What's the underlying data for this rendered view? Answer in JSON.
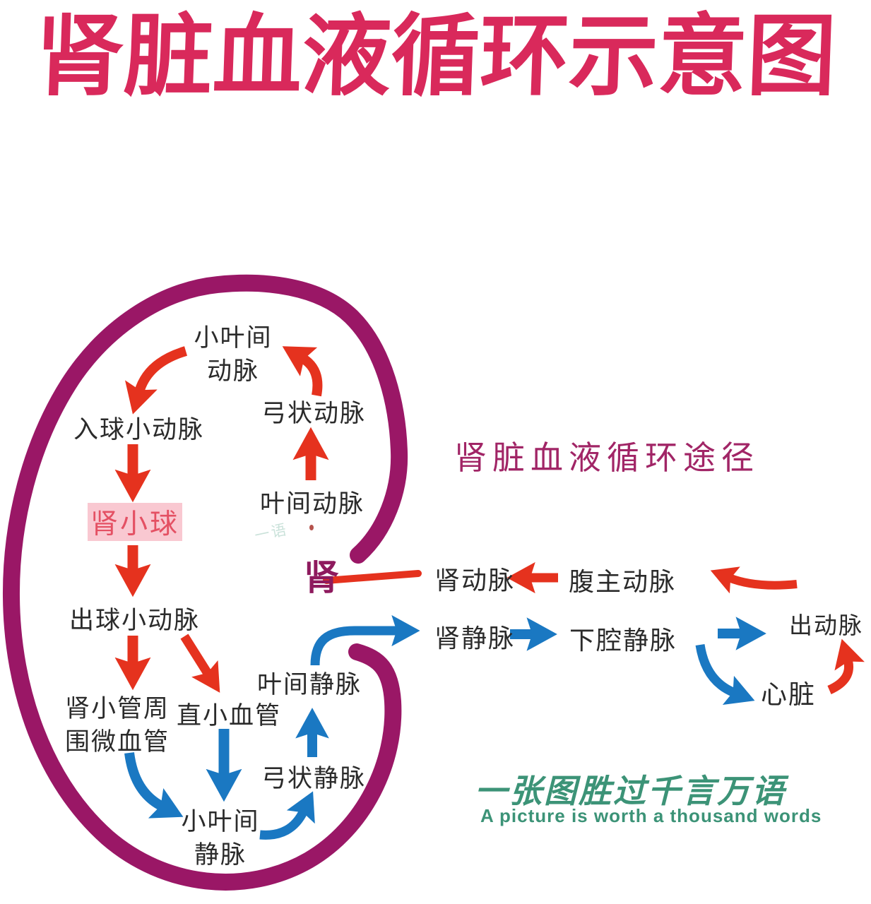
{
  "title": "肾脏血液循环示意图",
  "colors": {
    "title": "#d9295b",
    "kidney_outline": "#9a1766",
    "artery_red": "#e5321e",
    "vein_blue": "#1a78c2",
    "pathway_title_purple": "#a12566",
    "slogan_green": "#3c9377",
    "glomerulus_bg": "#f9c8d1",
    "glomerulus_text": "#e45063",
    "label_black": "#2b2b2b"
  },
  "kidney_diagram": {
    "kidney_label": "肾",
    "interlobular_artery_l1": "小叶间",
    "interlobular_artery_l2": "动脉",
    "afferent_arteriole": "入球小动脉",
    "glomerulus": "肾小球",
    "efferent_arteriole": "出球小动脉",
    "arcuate_artery": "弓状动脉",
    "interlobar_artery": "叶间动脉",
    "peritubular_capillaries_l1": "肾小管周",
    "peritubular_capillaries_l2": "围微血管",
    "vasa_recta": "直小血管",
    "interlobar_vein": "叶间静脉",
    "arcuate_vein": "弓状静脉",
    "interlobular_vein_l1": "小叶间",
    "interlobular_vein_l2": "静脉"
  },
  "pathway": {
    "title": "肾脏血液循环途径",
    "renal_artery": "肾动脉",
    "abdominal_aorta": "腹主动脉",
    "renal_vein": "肾静脉",
    "inferior_vena_cava": "下腔静脉",
    "aorta": "出动脉",
    "heart": "心脏"
  },
  "flows": [
    {
      "from": "小叶间动脉",
      "to": "入球小动脉",
      "color": "red"
    },
    {
      "from": "入球小动脉",
      "to": "肾小球",
      "color": "red"
    },
    {
      "from": "肾小球",
      "to": "出球小动脉",
      "color": "red"
    },
    {
      "from": "出球小动脉",
      "to": "肾小管周围微血管",
      "color": "red"
    },
    {
      "from": "出球小动脉",
      "to": "直小血管",
      "color": "red"
    },
    {
      "from": "叶间动脉",
      "to": "弓状动脉",
      "color": "red"
    },
    {
      "from": "弓状动脉",
      "to": "小叶间动脉",
      "color": "red"
    },
    {
      "from": "肾小管周围微血管",
      "to": "小叶间静脉",
      "color": "blue"
    },
    {
      "from": "直小血管",
      "to": "小叶间静脉",
      "color": "blue"
    },
    {
      "from": "小叶间静脉",
      "to": "弓状静脉",
      "color": "blue"
    },
    {
      "from": "弓状静脉",
      "to": "叶间静脉",
      "color": "blue"
    },
    {
      "from": "叶间静脉",
      "to": "肾静脉",
      "color": "blue"
    },
    {
      "from": "肾动脉",
      "to": "肾",
      "color": "red"
    },
    {
      "from": "腹主动脉",
      "to": "肾动脉",
      "color": "red"
    },
    {
      "from": "出动脉",
      "to": "腹主动脉",
      "color": "red"
    },
    {
      "from": "肾静脉",
      "to": "下腔静脉",
      "color": "blue"
    },
    {
      "from": "下腔静脉",
      "to": "出动脉",
      "color": "blue"
    },
    {
      "from": "下腔静脉",
      "to": "心脏",
      "color": "blue"
    },
    {
      "from": "心脏",
      "to": "出动脉",
      "color": "red"
    }
  ],
  "slogan": {
    "cn": "一张图胜过千言万语",
    "en": "A picture is worth a thousand words"
  },
  "watermark": "一语"
}
